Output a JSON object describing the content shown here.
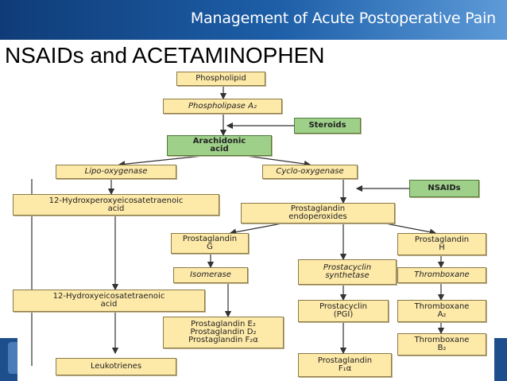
{
  "header": {
    "banner_title": "Management of Acute Postoperative Pain",
    "slide_title": "NSAIDs and ACETAMINOPHEN"
  },
  "nodes": {
    "phospholipid": "Phospholipid",
    "phospholipase": "Phospholipase A₂",
    "steroids": "Steroids",
    "arachidonic": "Arachidonic\nacid",
    "lipoxygenase": "Lipo-oxygenase",
    "cyclooxygenase": "Cyclo-oxygenase",
    "nsaids": "NSAIDs",
    "hpete": "12-Hydroxperoxyeicosatetraenoic\nacid",
    "endoperoxides": "Prostaglandin\nendoperoxides",
    "pg_g": "Prostaglandin\nG",
    "pg_h": "Prostaglandin\nH",
    "isomerase": "Isomerase",
    "prostacyclin_synth": "Prostacyclin\nsynthetase",
    "thromboxane": "Thromboxane",
    "hete": "12-Hydroxyeicosatetraenoic\nacid",
    "prostacyclin_pgi": "Prostacyclin\n(PGI)",
    "thromboxane_a2": "Thromboxane\nA₂",
    "pg_edf": "Prostaglandin E₂\nProstaglandin D₂\nProstaglandin F₂α",
    "thromboxane_b2": "Thromboxane\nB₂",
    "leukotrienes": "Leukotrienes",
    "pg_f1a": "Prostaglandin\nF₁α"
  },
  "colors": {
    "node_fill": "#fde9a8",
    "inhibitor_fill": "#9ed08a",
    "banner": "#1d5fa8"
  }
}
